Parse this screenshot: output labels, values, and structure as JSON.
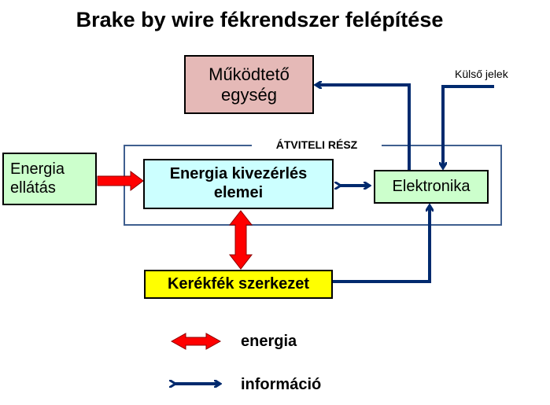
{
  "title": "Brake by wire fékrendszer felépítése",
  "boxes": {
    "mukodteto": "Működtető egység",
    "energia_ellatas": "Energia ellátás",
    "kivezerles": "Energia kivezérlés elemei",
    "elektronika": "Elektronika",
    "kerekfek": "Kerékfék szerkezet"
  },
  "labels": {
    "atviteli_resz": "ÁTVITELI RÉSZ",
    "kulso_jelek": "Külső jelek"
  },
  "legend": {
    "energia": "energia",
    "informacio": "információ"
  },
  "colors": {
    "energy_arrow": "#ff0000",
    "info_arrow": "#002a6e",
    "frame": "#3f5f8f",
    "actuator_box": "#e5b9b7",
    "green_box": "#ccffcc",
    "cyan_box": "#ccffff",
    "yellow_box": "#ffff00"
  }
}
